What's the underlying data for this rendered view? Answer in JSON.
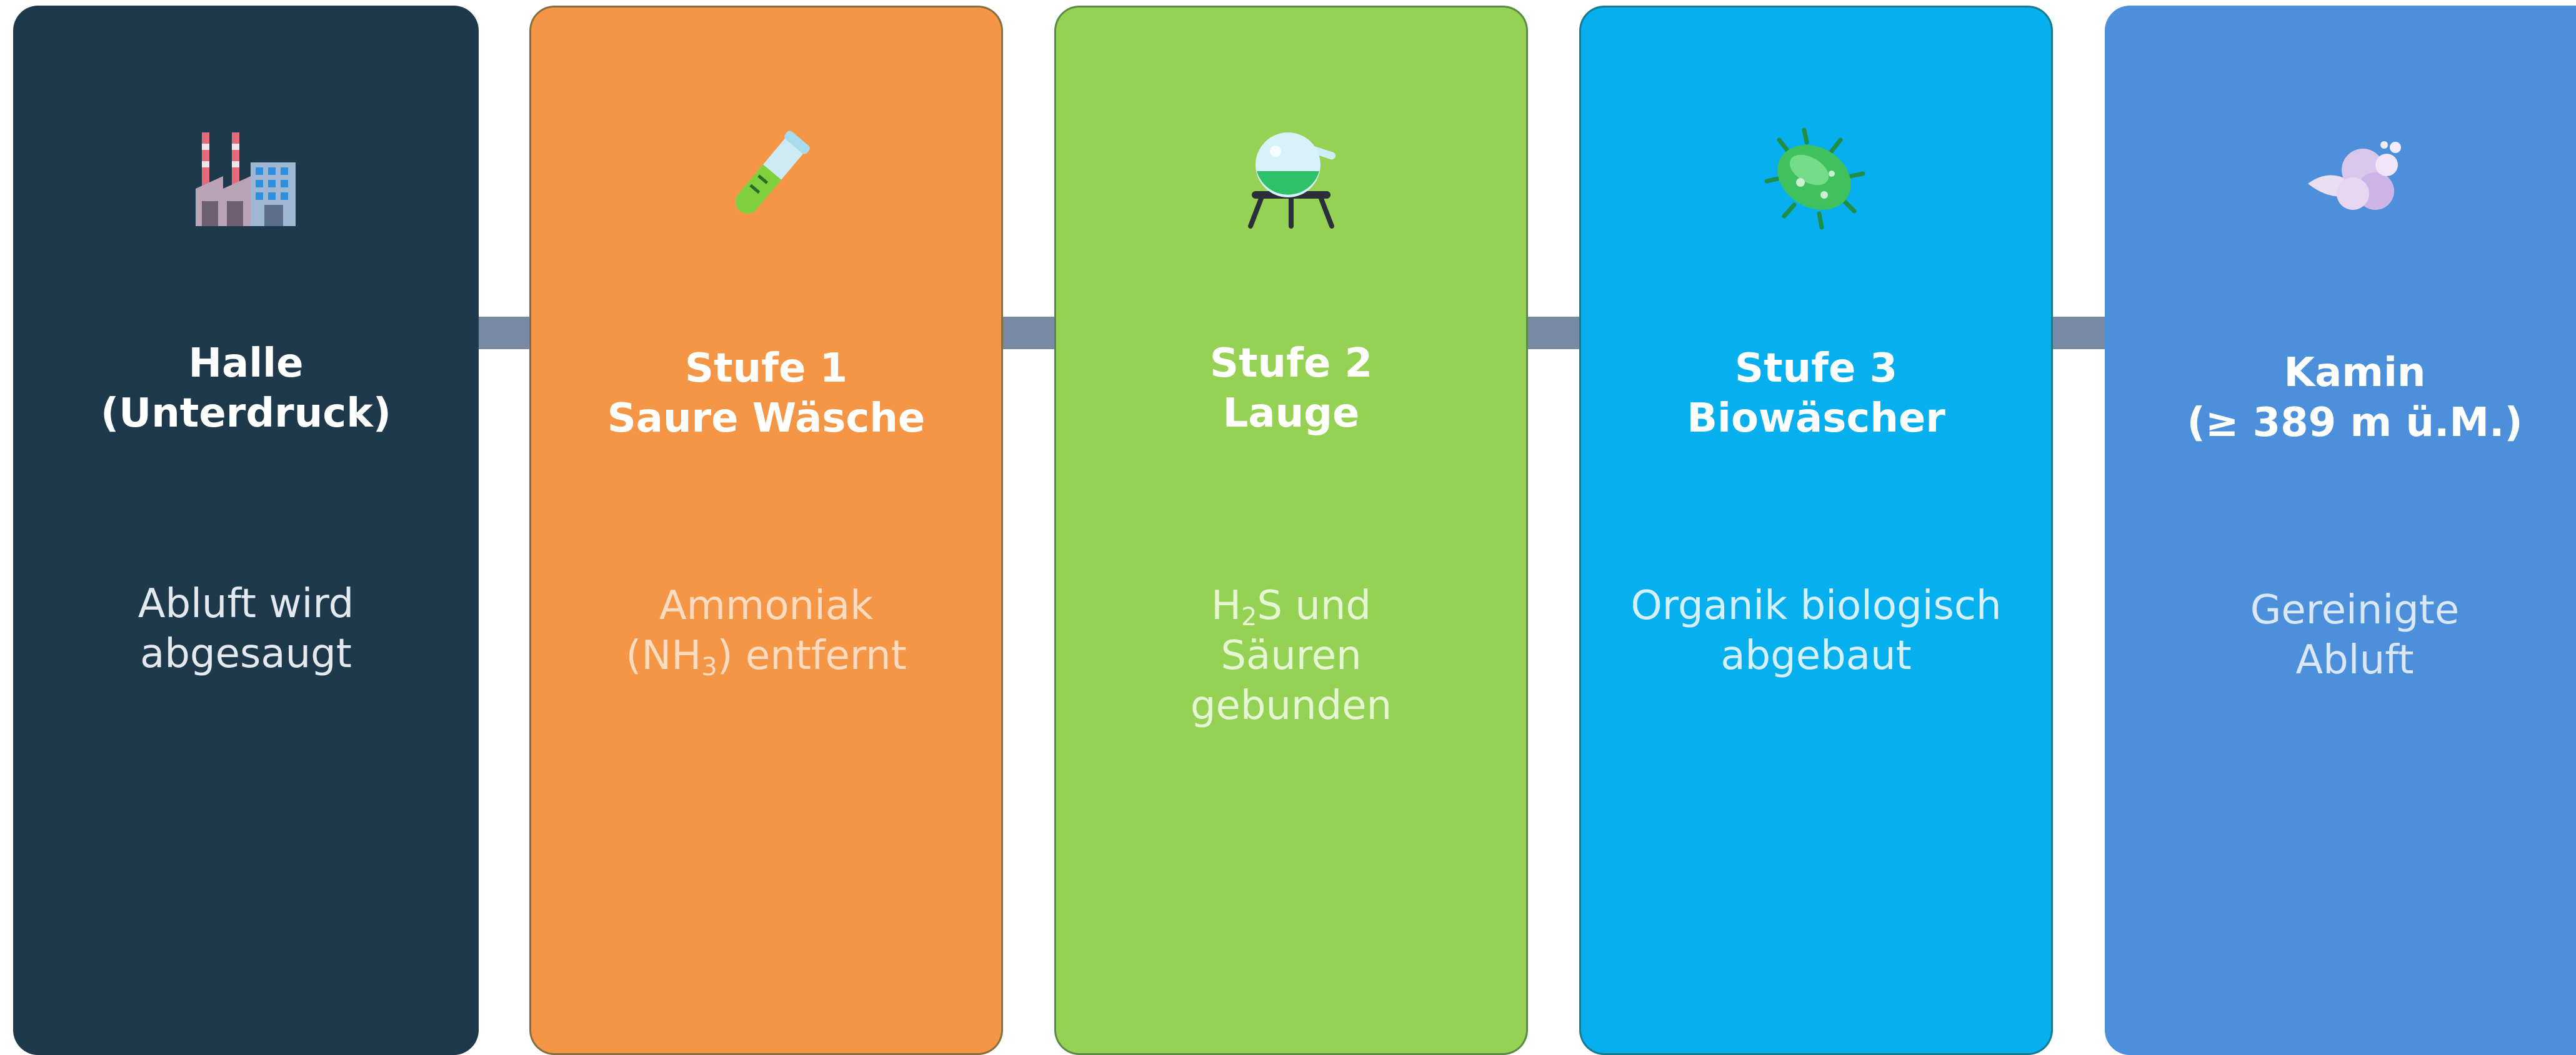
{
  "stages": [
    {
      "title_line1": "Halle",
      "title_line2": "(Unterdruck)",
      "desc_line1": "Abluft wird",
      "desc_line2": "abgesaugt",
      "icon": "factory-icon",
      "color": "#1e394b"
    },
    {
      "title_line1": "Stufe 1",
      "title_line2": "Saure Wäsche",
      "desc_line1": "Ammoniak",
      "desc_line2_pre": "(NH",
      "desc_line2_sub": "3",
      "desc_line2_post": ") entfernt",
      "icon": "test-tube-icon",
      "color": "#f59647"
    },
    {
      "title_line1": "Stufe 2",
      "title_line2": "Lauge",
      "desc_line1_pre": "H",
      "desc_line1_sub": "2",
      "desc_line1_post": "S und",
      "desc_line2": "Säuren",
      "desc_line3": "gebunden",
      "icon": "flask-icon",
      "color": "#95d152"
    },
    {
      "title_line1": "Stufe 3",
      "title_line2": "Biowäscher",
      "desc_line1": "Organik biologisch",
      "desc_line2": "abgebaut",
      "icon": "microbe-icon",
      "color": "#06b0ef"
    },
    {
      "title_line1": "Kamin",
      "title_line2": "(≥ 389 m ü.M.)",
      "desc_line1": "Gereinigte",
      "desc_line2": "Abluft",
      "icon": "smoke-cloud-icon",
      "color": "#4c8fdb"
    }
  ],
  "connector_color": "#788aa3"
}
